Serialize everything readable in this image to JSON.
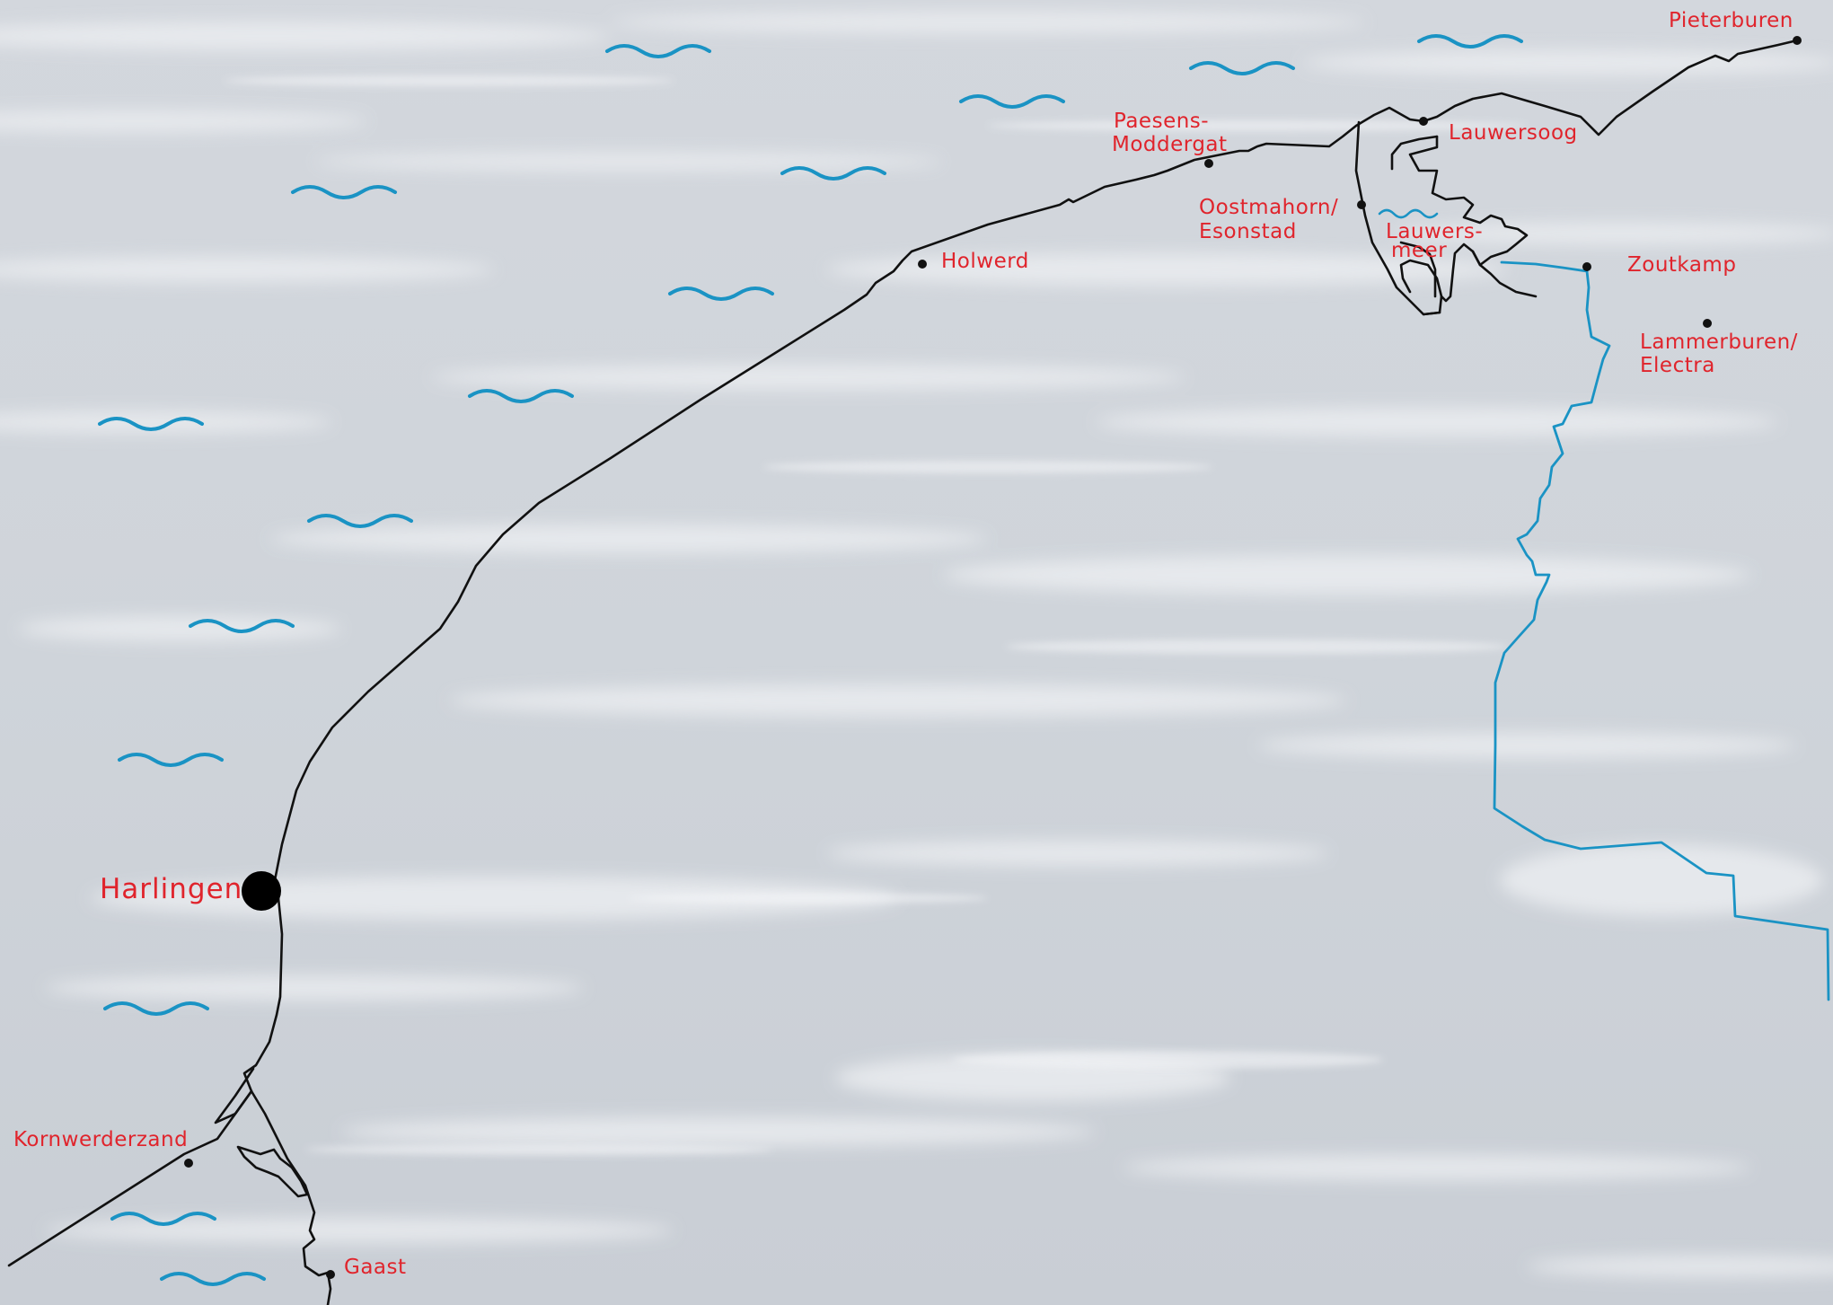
{
  "map": {
    "places": [
      {
        "id": "pieterburen",
        "label": "Pieterburen"
      },
      {
        "id": "lauwersoog",
        "label": "Lauwersoog"
      },
      {
        "id": "paesens",
        "label_lines": [
          "Paesens-",
          "Moddergat"
        ]
      },
      {
        "id": "oostmahorn",
        "label_lines": [
          "Oostmahorn/",
          "Esonstad"
        ]
      },
      {
        "id": "lauwersmeer",
        "label_lines": [
          "Lauwers-",
          "meer"
        ]
      },
      {
        "id": "zoutkamp",
        "label": "Zoutkamp"
      },
      {
        "id": "lammerburen",
        "label_lines": [
          "Lammerburen/",
          "Electra"
        ]
      },
      {
        "id": "holwerd",
        "label": "Holwerd"
      },
      {
        "id": "harlingen",
        "label": "Harlingen"
      },
      {
        "id": "kornwerderzand",
        "label": "Kornwerderzand"
      },
      {
        "id": "gaast",
        "label": "Gaast"
      }
    ],
    "colors": {
      "labels": "#e0242c",
      "coastline": "#111111",
      "water_symbols": "#1a93c4",
      "province_border": "#1a93c4",
      "background": "#d2d6dc"
    },
    "icons": {
      "water_symbol": "wave-icon",
      "place_marker": "dot-icon"
    }
  }
}
